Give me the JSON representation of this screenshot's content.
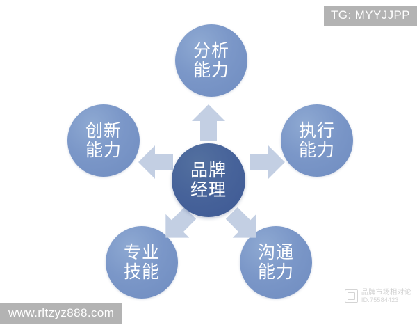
{
  "diagram": {
    "type": "hub-and-spoke",
    "background_color": "#ffffff",
    "center": {
      "id": "brand-manager",
      "line1": "品牌",
      "line2": "经理",
      "color": "#44609a"
    },
    "spokes": [
      {
        "id": "analysis",
        "position": "top",
        "line1": "分析",
        "line2": "能力",
        "color": "#7b97c8"
      },
      {
        "id": "execution",
        "position": "right",
        "line1": "执行",
        "line2": "能力",
        "color": "#7b97c8"
      },
      {
        "id": "communication",
        "position": "bottom-right",
        "line1": "沟通",
        "line2": "能力",
        "color": "#7b97c8"
      },
      {
        "id": "skills",
        "position": "bottom-left",
        "line1": "专业",
        "line2": "技能",
        "color": "#7b97c8"
      },
      {
        "id": "innovation",
        "position": "left",
        "line1": "创新",
        "line2": "能力",
        "color": "#7b97c8"
      }
    ],
    "arrows": [
      {
        "id": "arrow-up",
        "direction": "up",
        "target": "analysis",
        "color": "#c3cfe3"
      },
      {
        "id": "arrow-up-left",
        "direction": "up-left",
        "target": "innovation",
        "color": "#c3cfe3"
      },
      {
        "id": "arrow-up-right",
        "direction": "up-right",
        "target": "execution",
        "color": "#c3cfe3"
      },
      {
        "id": "arrow-down-left",
        "direction": "down-left",
        "target": "skills",
        "color": "#c3cfe3"
      },
      {
        "id": "arrow-down-right",
        "direction": "down-right",
        "target": "communication",
        "color": "#c3cfe3"
      }
    ]
  },
  "overlays": {
    "tag_top_right": "TG: MYYJJPP",
    "tag_bottom_left": "www.rltzyz888.com",
    "watermark": {
      "title": "品牌市场相对论",
      "id": "ID:75584423"
    }
  }
}
